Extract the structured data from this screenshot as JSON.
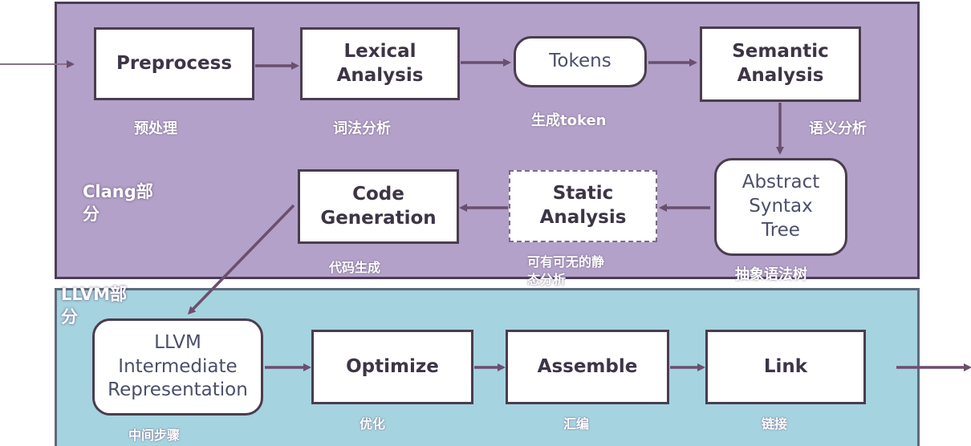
{
  "clang_section": {
    "label_line1": "Clang部",
    "label_line2": "分"
  },
  "llvm_section": {
    "label_line1": "LLVM部",
    "label_line2": "分"
  },
  "nodes": {
    "preprocess": {
      "line1": "Preprocess",
      "caption": "预处理"
    },
    "lexical": {
      "line1": "Lexical",
      "line2": "Analysis",
      "caption": "词法分析"
    },
    "tokens": {
      "line1": "Tokens",
      "caption": "生成token"
    },
    "semantic": {
      "line1": "Semantic",
      "line2": "Analysis",
      "caption": "语义分析"
    },
    "ast": {
      "line1": "Abstract",
      "line2": "Syntax",
      "line3": "Tree",
      "caption": "抽象语法树"
    },
    "static": {
      "line1": "Static",
      "line2": "Analysis",
      "caption_line1": "可有可无的静",
      "caption_line2": "态分析"
    },
    "codegen": {
      "line1": "Code",
      "line2": "Generation",
      "caption": "代码生成"
    },
    "ir": {
      "line1": "LLVM",
      "line2": "Intermediate",
      "line3": "Representation",
      "caption": "中间步骤"
    },
    "optimize": {
      "line1": "Optimize",
      "caption": "优化"
    },
    "assemble": {
      "line1": "Assemble",
      "caption": "汇编"
    },
    "link": {
      "line1": "Link",
      "caption": "链接"
    }
  },
  "colors": {
    "clang_bg": "#b3a1c9",
    "llvm_bg": "#a6d3e0",
    "arrow": "#6b4f6e",
    "box_border": "#4a3d4e"
  }
}
